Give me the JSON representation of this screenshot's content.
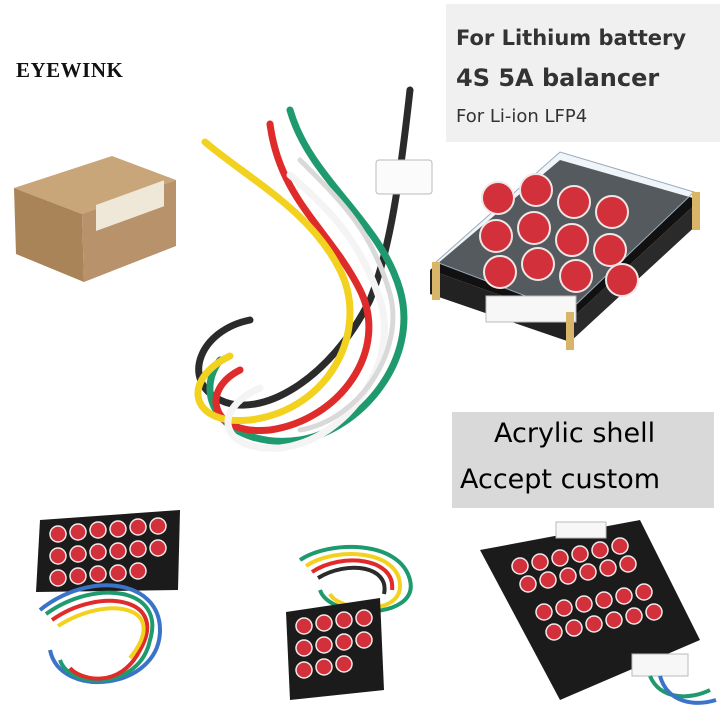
{
  "brand": "EYEWINK",
  "title_panel": {
    "line1": "For Lithium battery",
    "line2": "4S 5A balancer",
    "line3": "For Li-ion LFP4"
  },
  "features": {
    "line1": "Acrylic shell",
    "line2": "Accept custom"
  },
  "colors": {
    "wire_black": "#2b2b2b",
    "wire_green": "#1f9a6e",
    "wire_red": "#e02b2b",
    "wire_yellow": "#f2d21e",
    "wire_white": "#f4f4f4",
    "wire_blue": "#3a74c9",
    "board": "#1b1b1b",
    "capacitor": "#d2303a",
    "box": "#b58f63"
  }
}
